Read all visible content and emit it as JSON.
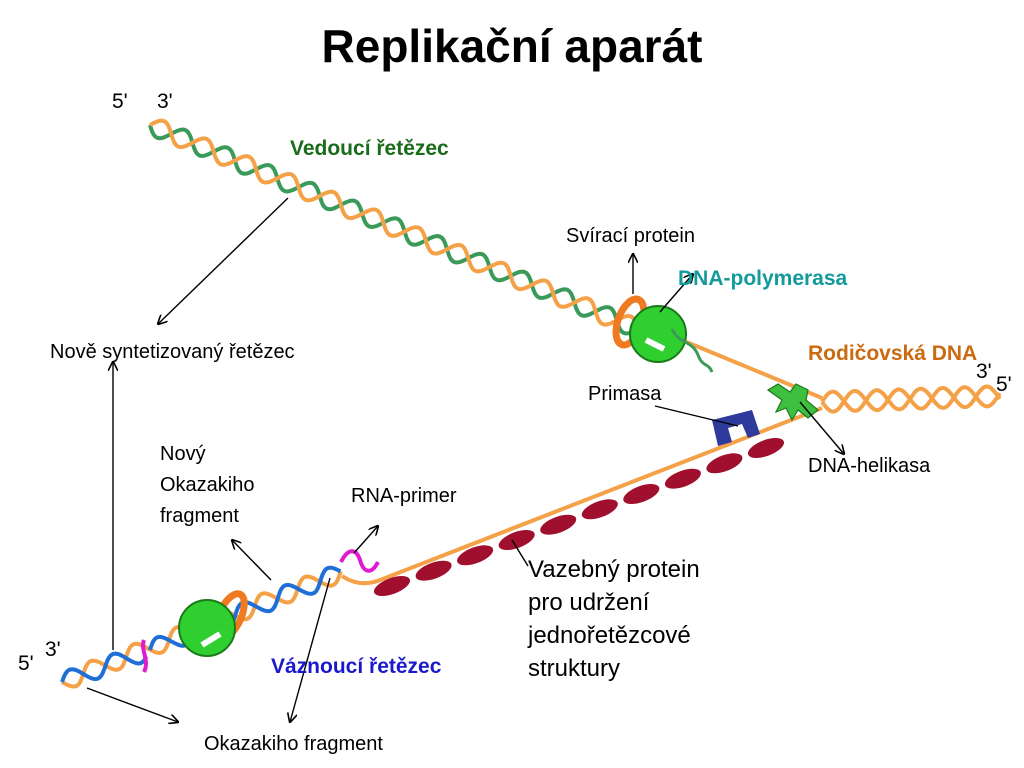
{
  "title": "Replikační aparát",
  "labels": {
    "leading_strand": "Vedoucí řetězec",
    "new_strand": "Nově syntetizovaný řetězec",
    "clamp_protein": "Svírací protein",
    "dna_polymerase": "DNA-polymerasa",
    "parental_dna": "Rodičovská DNA",
    "primase": "Primasa",
    "helicase": "DNA-helikasa",
    "new_okazaki_line1": "Nový",
    "new_okazaki_line2": "Okazakiho",
    "new_okazaki_line3": "fragment",
    "rna_primer": "RNA-primer",
    "ssb_line1": "Vazebný protein",
    "ssb_line2": "pro udržení",
    "ssb_line3": "jednořetězcové",
    "ssb_line4": "struktury",
    "lagging_strand": "Váznoucí řetězec",
    "okazaki_fragment": "Okazakiho fragment"
  },
  "strand_ends": {
    "top_5": "5'",
    "top_3": "3'",
    "right_3": "3'",
    "right_5": "5'",
    "bottom_3": "3'",
    "bottom_5": "5'"
  },
  "colors": {
    "parental_strand": "#f5a147",
    "leading_new_strand": "#3a9a5a",
    "lagging_fragment": "#1f6fd6",
    "rna_primer": "#e01ad0",
    "ssb": "#a0102e",
    "polymerase": "#2fcf2f",
    "clamp": "#f07a22",
    "primase": "#2e3a9c",
    "helicase": "#3fbf3f",
    "leading_label": "#1a6b1a",
    "polymerase_label": "#139a9a",
    "parental_label": "#cc6a10",
    "rna_label": "#d21ac0",
    "lagging_label": "#1a1acc"
  }
}
